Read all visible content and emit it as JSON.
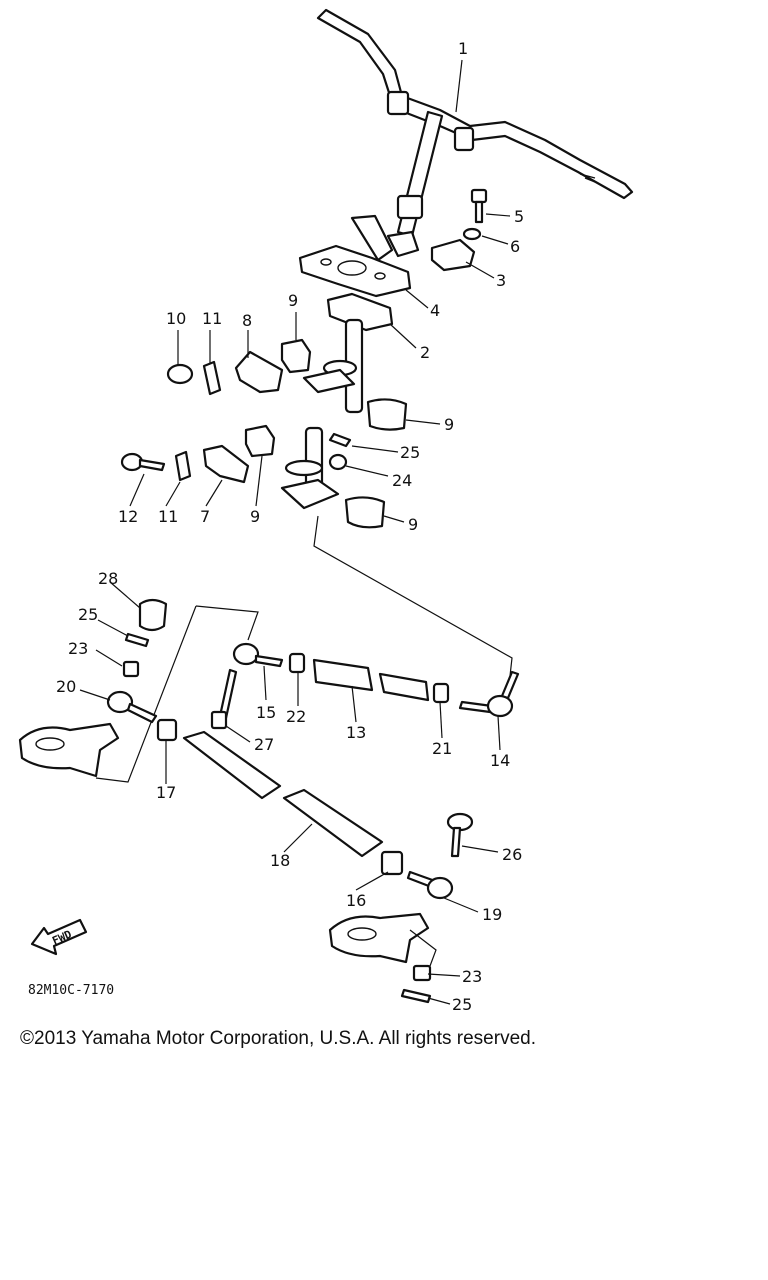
{
  "diagram": {
    "part_numbers": [
      "1",
      "5",
      "6",
      "3",
      "4",
      "2",
      "9",
      "10",
      "11",
      "8",
      "9",
      "25",
      "24",
      "12",
      "11",
      "7",
      "9",
      "9",
      "28",
      "25",
      "23",
      "20",
      "15",
      "22",
      "13",
      "21",
      "14",
      "27",
      "17",
      "18",
      "26",
      "16",
      "19",
      "23",
      "25"
    ],
    "fwd_label": "FWD",
    "drawing_code": "82M10C-7170"
  },
  "footer": {
    "copyright": "©2013 Yamaha Motor Corporation, U.S.A. All rights reserved."
  }
}
